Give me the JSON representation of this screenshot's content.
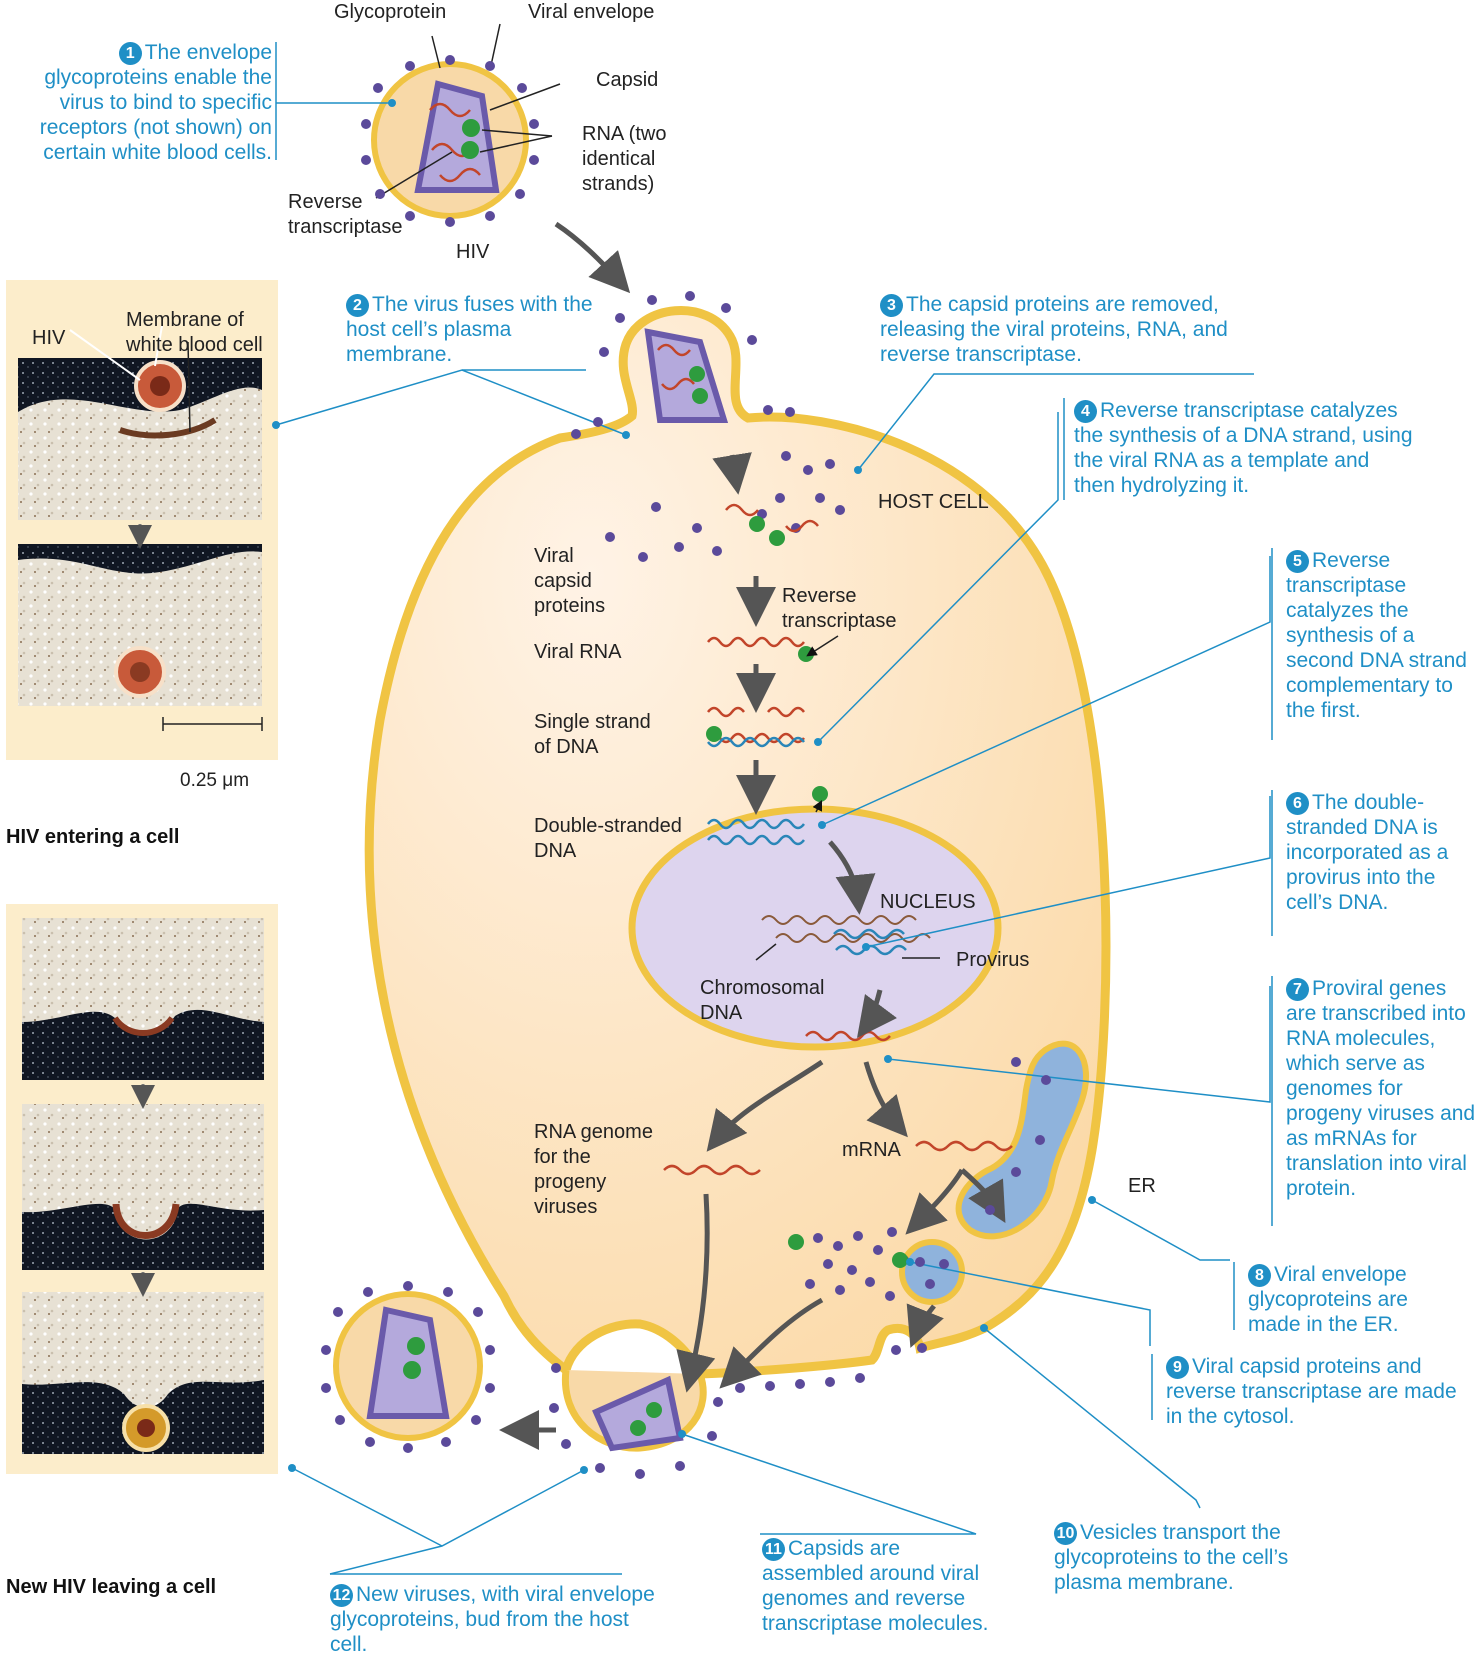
{
  "steps": {
    "s1": {
      "num": "1",
      "text": "The envelope glycoproteins enable the virus to bind to specific receptors (not shown) on certain white blood cells."
    },
    "s2": {
      "num": "2",
      "text": "The virus fuses with the host cell’s plasma membrane."
    },
    "s3": {
      "num": "3",
      "text": "The capsid proteins are removed, releasing the viral proteins, RNA, and reverse transcriptase."
    },
    "s4": {
      "num": "4",
      "text": "Reverse transcriptase catalyzes the synthesis of a DNA strand, using the viral RNA as a template and then hydrolyzing it."
    },
    "s5": {
      "num": "5",
      "text": "Reverse transcriptase catalyzes the synthesis of a second DNA strand complementary to the first."
    },
    "s6": {
      "num": "6",
      "text": "The double-stranded DNA is incorporated as a provirus into the cell’s DNA."
    },
    "s7": {
      "num": "7",
      "text": "Proviral genes are transcribed into RNA molecules, which serve as genomes for progeny viruses and as mRNAs for translation into viral protein."
    },
    "s8": {
      "num": "8",
      "text": "Viral envelope glycoproteins are made in the ER."
    },
    "s9": {
      "num": "9",
      "text": "Viral capsid proteins and reverse transcriptase are made in the cytosol."
    },
    "s10": {
      "num": "10",
      "text": "Vesicles transport the glycoproteins to the cell’s plasma membrane."
    },
    "s11": {
      "num": "11",
      "text": "Capsids are assembled around viral genomes and reverse transcriptase molecules."
    },
    "s12": {
      "num": "12",
      "text": "New viruses, with viral envelope glycoproteins, bud from the host cell."
    }
  },
  "labels": {
    "glycoprotein": "Glycoprotein",
    "viral_envelope": "Viral envelope",
    "capsid": "Capsid",
    "rna_two": "RNA (two\nidentical\nstrands)",
    "reverse_transcriptase_top": "Reverse\ntranscriptase",
    "hiv": "HIV",
    "host_cell": "HOST CELL",
    "viral_capsid_proteins": "Viral\ncapsid\nproteins",
    "reverse_transcriptase_mid": "Reverse\ntranscriptase",
    "viral_rna": "Viral RNA",
    "single_strand": "Single strand\nof DNA",
    "double_stranded": "Double-stranded\nDNA",
    "nucleus": "NUCLEUS",
    "chromosomal_dna": "Chromosomal\nDNA",
    "provirus": "Provirus",
    "rna_genome": "RNA genome\nfor the\nprogeny\nviruses",
    "mrna": "mRNA",
    "er": "ER",
    "photo_hiv": "HIV",
    "photo_membrane": "Membrane of\nwhite blood cell",
    "scale_bar": "0.25 μm",
    "caption_entering": "HIV entering a cell",
    "caption_leaving": "New HIV leaving a cell"
  },
  "colors": {
    "step_blue": "#1f8fc6",
    "cytoplasm": "#fde6c8",
    "membrane": "#f0c443",
    "nucleus": "#ddd4ee",
    "capsid": "#9a8fd0",
    "protein": "#5b4a9a",
    "rna": "#c2452a",
    "dna": "#2a86b8",
    "enzyme": "#2e9c3e",
    "er": "#8fb3dc",
    "arrow": "#555555",
    "photo_frame": "#fcedcb"
  }
}
